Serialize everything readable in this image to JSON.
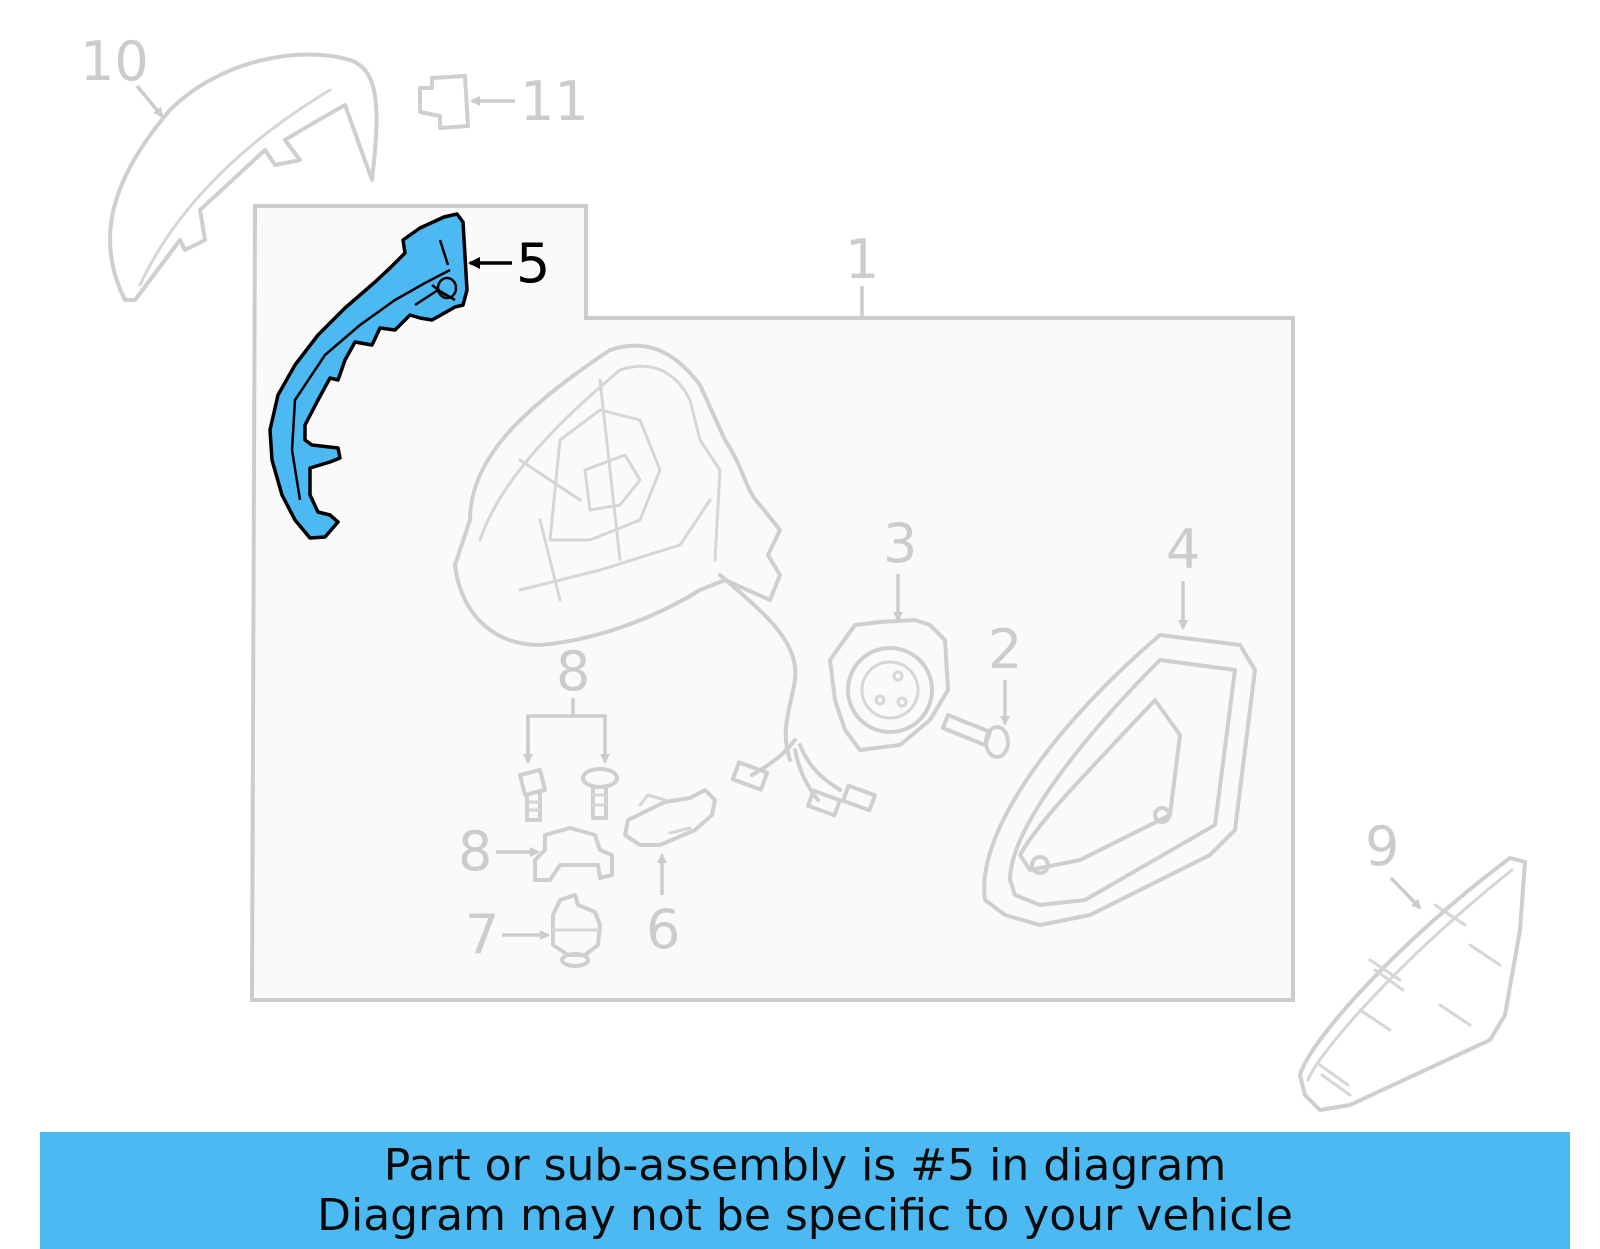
{
  "diagram": {
    "highlight_color": "#4db9f2",
    "callouts": {
      "c1": "1",
      "c2": "2",
      "c3": "3",
      "c4": "4",
      "c5": "5",
      "c6": "6",
      "c7": "7",
      "c8_top": "8",
      "c8_left": "8",
      "c9": "9",
      "c10": "10",
      "c11": "11"
    },
    "highlighted_part": "5"
  },
  "banner": {
    "line1": "Part or sub-assembly is #5 in diagram",
    "line2": "Diagram may not be specific to your vehicle",
    "background": "#4db9f2"
  }
}
